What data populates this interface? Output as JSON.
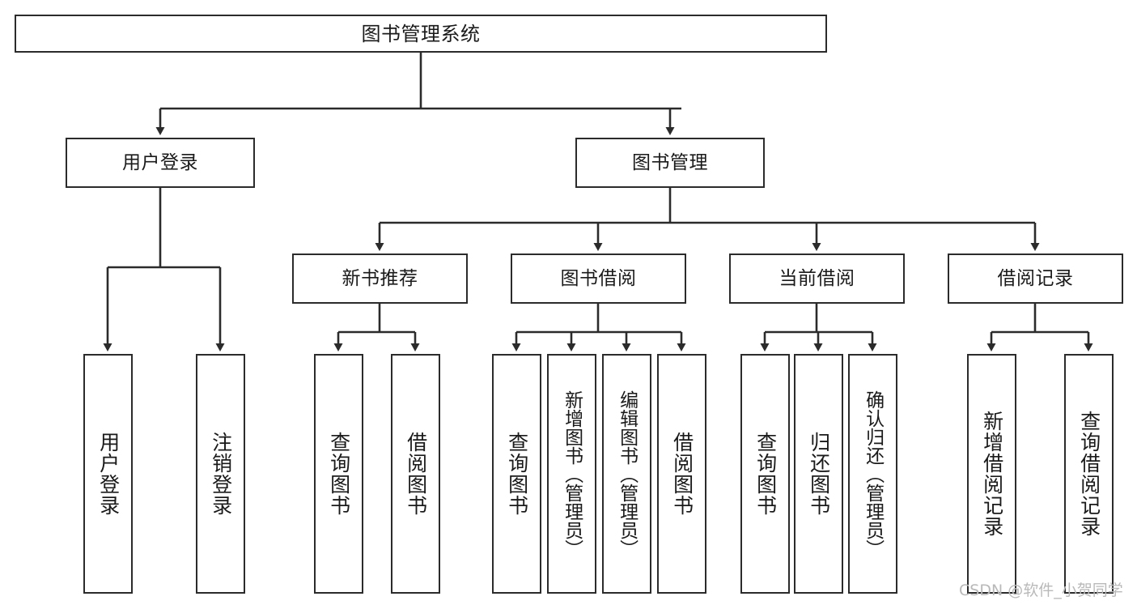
{
  "diagram": {
    "type": "tree",
    "title": "图书管理系统",
    "watermark": "CSDN @软件_小贺同学",
    "colors": {
      "box_border": "#2b2b2b",
      "box_fill": "#ffffff",
      "edge": "#2b2b2b",
      "text": "#1a1a1a",
      "watermark": "#b9b9b9"
    },
    "nodes": {
      "root": {
        "label": "图书管理系统"
      },
      "level2": [
        {
          "label": "用户登录"
        },
        {
          "label": "图书管理"
        }
      ],
      "level3": [
        {
          "label": "新书推荐"
        },
        {
          "label": "图书借阅"
        },
        {
          "label": "当前借阅"
        },
        {
          "label": "借阅记录"
        }
      ],
      "leaves": {
        "user_login": [
          {
            "label": "用户登录"
          },
          {
            "label": "注销登录"
          }
        ],
        "new_book_recommend": [
          {
            "label": "查询图书"
          },
          {
            "label": "借阅图书"
          }
        ],
        "book_borrow": [
          {
            "label": "查询图书"
          },
          {
            "label": "新增图书（管理员）"
          },
          {
            "label": "编辑图书（管理员）"
          },
          {
            "label": "借阅图书"
          }
        ],
        "current_borrow": [
          {
            "label": "查询图书"
          },
          {
            "label": "归还图书"
          },
          {
            "label": "确认归还（管理员）"
          }
        ],
        "borrow_record": [
          {
            "label": "新增借阅记录"
          },
          {
            "label": "查询借阅记录"
          }
        ]
      }
    }
  }
}
